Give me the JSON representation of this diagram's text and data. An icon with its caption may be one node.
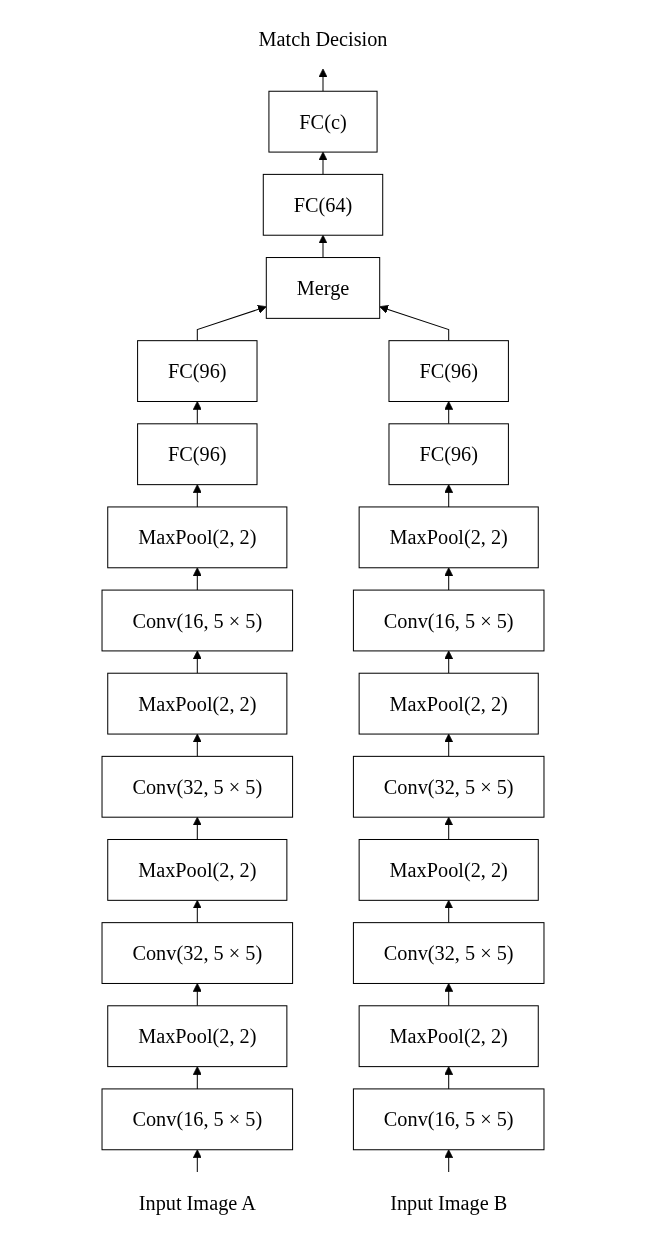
{
  "diagram": {
    "nodes": [
      {
        "text": [
          "Match Decision"
        ]
      },
      {
        "text": [
          "FC(c)"
        ]
      },
      {
        "text": [
          "FC(64)"
        ]
      },
      {
        "text": [
          "Merge"
        ]
      },
      {
        "text": [
          "FC(96)"
        ]
      },
      {
        "text": [
          "FC(96)"
        ]
      },
      {
        "text": [
          "FC(96)"
        ]
      },
      {
        "text": [
          "FC(96)"
        ]
      },
      {
        "text": [
          "MaxPool(2, 2)"
        ]
      },
      {
        "text": [
          "MaxPool(2, 2)"
        ]
      },
      {
        "text": [
          "Conv(16, 5 × 5)"
        ]
      },
      {
        "text": [
          "Conv(16, 5 × 5)"
        ]
      },
      {
        "text": [
          "MaxPool(2, 2)"
        ]
      },
      {
        "text": [
          "MaxPool(2, 2)"
        ]
      },
      {
        "text": [
          "Conv(32, 5 × 5)"
        ]
      },
      {
        "text": [
          "Conv(32, 5 × 5)"
        ]
      },
      {
        "text": [
          "MaxPool(2, 2)"
        ]
      },
      {
        "text": [
          "MaxPool(2, 2)"
        ]
      },
      {
        "text": [
          "Conv(32, 5 × 5)"
        ]
      },
      {
        "text": [
          "Conv(32, 5 × 5)"
        ]
      },
      {
        "text": [
          "MaxPool(2, 2)"
        ]
      },
      {
        "text": [
          "MaxPool(2, 2)"
        ]
      },
      {
        "text": [
          "Conv(16, 5 × 5)"
        ]
      },
      {
        "text": [
          "Conv(16, 5 × 5)"
        ]
      },
      {
        "text": [
          "Input Image A"
        ]
      },
      {
        "text": [
          "Input Image B"
        ]
      }
    ],
    "edges": [
      {
        "from": 24,
        "to": 22,
        "arrow": "to"
      },
      {
        "from": 22,
        "to": 20,
        "arrow": "to"
      },
      {
        "from": 20,
        "to": 18,
        "arrow": "to"
      },
      {
        "from": 18,
        "to": 16,
        "arrow": "to"
      },
      {
        "from": 16,
        "to": 14,
        "arrow": "to"
      },
      {
        "from": 14,
        "to": 12,
        "arrow": "to"
      },
      {
        "from": 12,
        "to": 10,
        "arrow": "to"
      },
      {
        "from": 10,
        "to": 8,
        "arrow": "to"
      },
      {
        "from": 8,
        "to": 6,
        "arrow": "to"
      },
      {
        "from": 6,
        "to": 4,
        "arrow": "to"
      },
      {
        "from": 4,
        "to": 3,
        "arrow": "to"
      },
      {
        "from": 25,
        "to": 23,
        "arrow": "to"
      },
      {
        "from": 23,
        "to": 21,
        "arrow": "to"
      },
      {
        "from": 21,
        "to": 19,
        "arrow": "to"
      },
      {
        "from": 19,
        "to": 17,
        "arrow": "to"
      },
      {
        "from": 17,
        "to": 15,
        "arrow": "to"
      },
      {
        "from": 15,
        "to": 13,
        "arrow": "to"
      },
      {
        "from": 13,
        "to": 11,
        "arrow": "to"
      },
      {
        "from": 11,
        "to": 9,
        "arrow": "to"
      },
      {
        "from": 9,
        "to": 7,
        "arrow": "to"
      },
      {
        "from": 7,
        "to": 5,
        "arrow": "to"
      },
      {
        "from": 5,
        "to": 3,
        "arrow": "to"
      },
      {
        "from": 3,
        "to": 2,
        "arrow": "to"
      },
      {
        "from": 2,
        "to": 1,
        "arrow": "to"
      },
      {
        "from": 1,
        "to": 0,
        "arrow": "to"
      }
    ]
  }
}
